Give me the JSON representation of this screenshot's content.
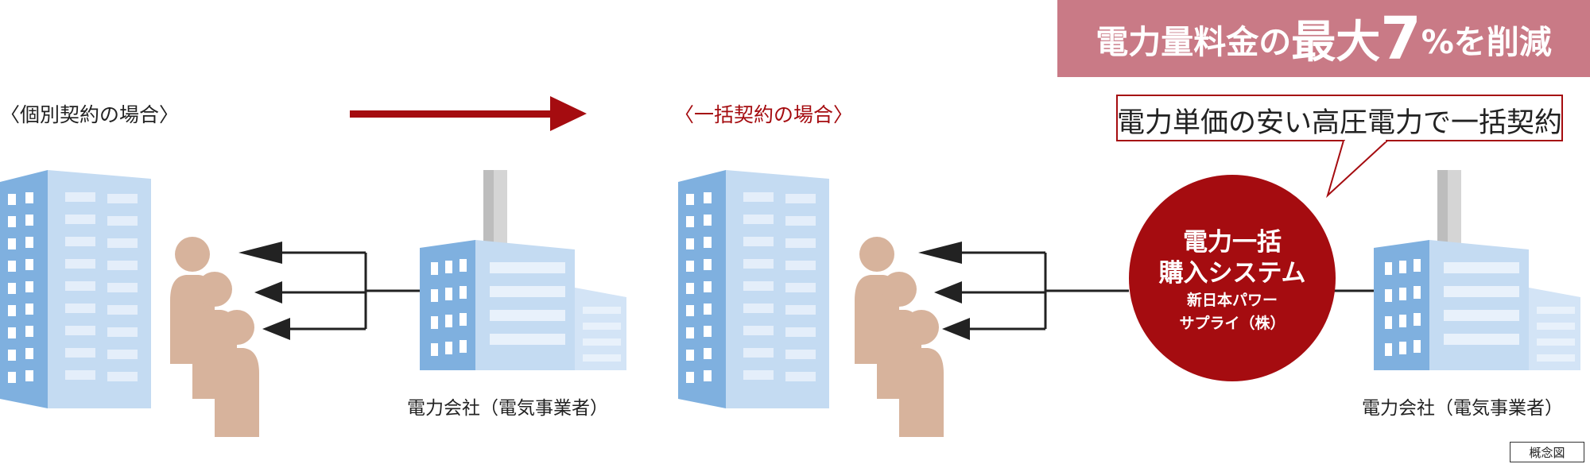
{
  "banner": {
    "part1": "電力量料金の",
    "part2": "最大",
    "part3": "7",
    "part4": "%を削減",
    "bg_color": "#c97a86"
  },
  "left_case": {
    "title": "〈個別契約の場合〉"
  },
  "right_case": {
    "title": "〈一括契約の場合〉",
    "title_color": "#a50c10"
  },
  "callout": {
    "text": "電力単価の安い高圧電力で一括契約"
  },
  "system": {
    "line1": "電力一括",
    "line2": "購入システム",
    "line3": "新日本パワー",
    "line4": "サプライ（株）",
    "color": "#a50c10"
  },
  "power_company_left": {
    "label": "電力会社（電気事業者）"
  },
  "power_company_right": {
    "label": "電力会社（電気事業者）"
  },
  "note": {
    "label": "概念図"
  },
  "icons": [
    "building-icon",
    "residents-icon",
    "factory-icon",
    "arrow-icon"
  ]
}
